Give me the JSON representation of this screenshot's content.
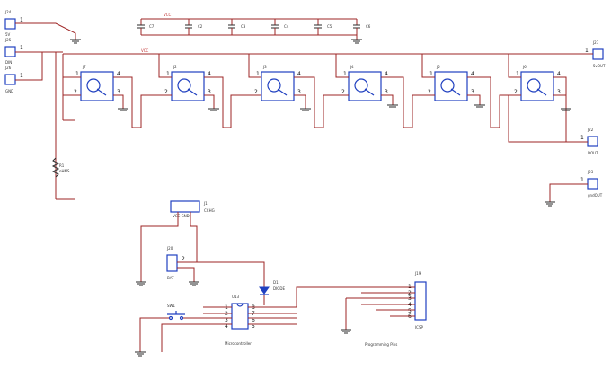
{
  "connectors": {
    "J24": {
      "ref": "J24",
      "name": "5V",
      "pin": "1"
    },
    "J25": {
      "ref": "J25",
      "name": "DIN",
      "pin": "1"
    },
    "J26": {
      "ref": "J26",
      "name": "GND",
      "pin": "1"
    },
    "J27": {
      "ref": "J27",
      "name": "5vOUT",
      "pin": "1"
    },
    "J22": {
      "ref": "J22",
      "name": "DOUT",
      "pin": "1"
    },
    "J23": {
      "ref": "J23",
      "name": "gndOUT",
      "pin": "1"
    },
    "J20": {
      "ref": "J20",
      "name": "BAT",
      "pin": "2"
    }
  },
  "power_net": "VCC",
  "capacitors": [
    "C7",
    "C2",
    "C3",
    "C4",
    "C5",
    "C6"
  ],
  "switches": [
    {
      "ref": "J7",
      "p1": "1",
      "p2": "2",
      "p3": "3",
      "p4": "4"
    },
    {
      "ref": "J2",
      "p1": "1",
      "p2": "2",
      "p3": "3",
      "p4": "4"
    },
    {
      "ref": "J3",
      "p1": "1",
      "p2": "2",
      "p3": "3",
      "p4": "4"
    },
    {
      "ref": "J4",
      "p1": "1",
      "p2": "2",
      "p3": "3",
      "p4": "4"
    },
    {
      "ref": "J5",
      "p1": "1",
      "p2": "2",
      "p3": "3",
      "p4": "4"
    },
    {
      "ref": "J6",
      "p1": "1",
      "p2": "2",
      "p3": "3",
      "p4": "4"
    }
  ],
  "resistor": {
    "ref": "R1",
    "value": "oHMS"
  },
  "charge": {
    "ref": "J1",
    "name": "CCHG",
    "pins": "VCC GND"
  },
  "diode": {
    "ref": "D1",
    "name": "DIODE"
  },
  "button": {
    "ref": "SW1"
  },
  "mcu": {
    "ref": "U13",
    "label": "Microcontroller",
    "left_pins": [
      "1",
      "2",
      "3",
      "4"
    ],
    "right_pins": [
      "8",
      "7",
      "6",
      "5"
    ]
  },
  "isp": {
    "ref": "J19",
    "label": "Programming Pins",
    "name": "ICSP",
    "pins": [
      "1",
      "2",
      "3",
      "4",
      "5",
      "6"
    ]
  }
}
